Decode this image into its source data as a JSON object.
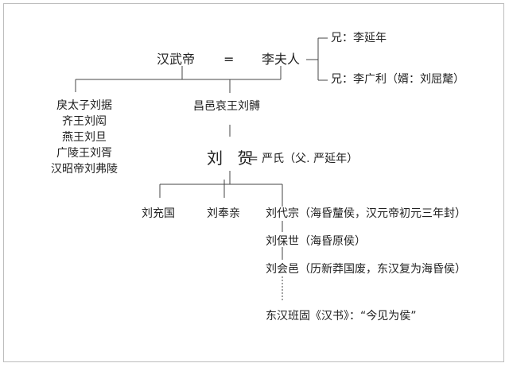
{
  "emperor": "汉武帝",
  "equals": "=",
  "consort": "李夫人",
  "brothers": [
    "兄：李延年",
    "兄：李广利（婿：刘屈氂）"
  ],
  "half_siblings": [
    "戾太子刘据",
    "齐王刘闳",
    "燕王刘旦",
    "广陵王刘胥",
    "汉昭帝刘弗陵"
  ],
  "father": "昌邑哀王刘髆",
  "subject": "刘 贺",
  "spouse": "= 严氏（父. 严延年）",
  "children": [
    "刘充国",
    "刘奉亲",
    "刘代宗（海昏釐侯，汉元帝初元三年封）"
  ],
  "descendants": [
    "刘保世（海昏原侯）",
    "刘会邑（历新莽国废，东汉复为海昏侯）"
  ],
  "note": "东汉班固《汉书》：“今见为侯”",
  "colors": {
    "line": "#444444",
    "text": "#222222",
    "border": "#bdbdbd"
  }
}
